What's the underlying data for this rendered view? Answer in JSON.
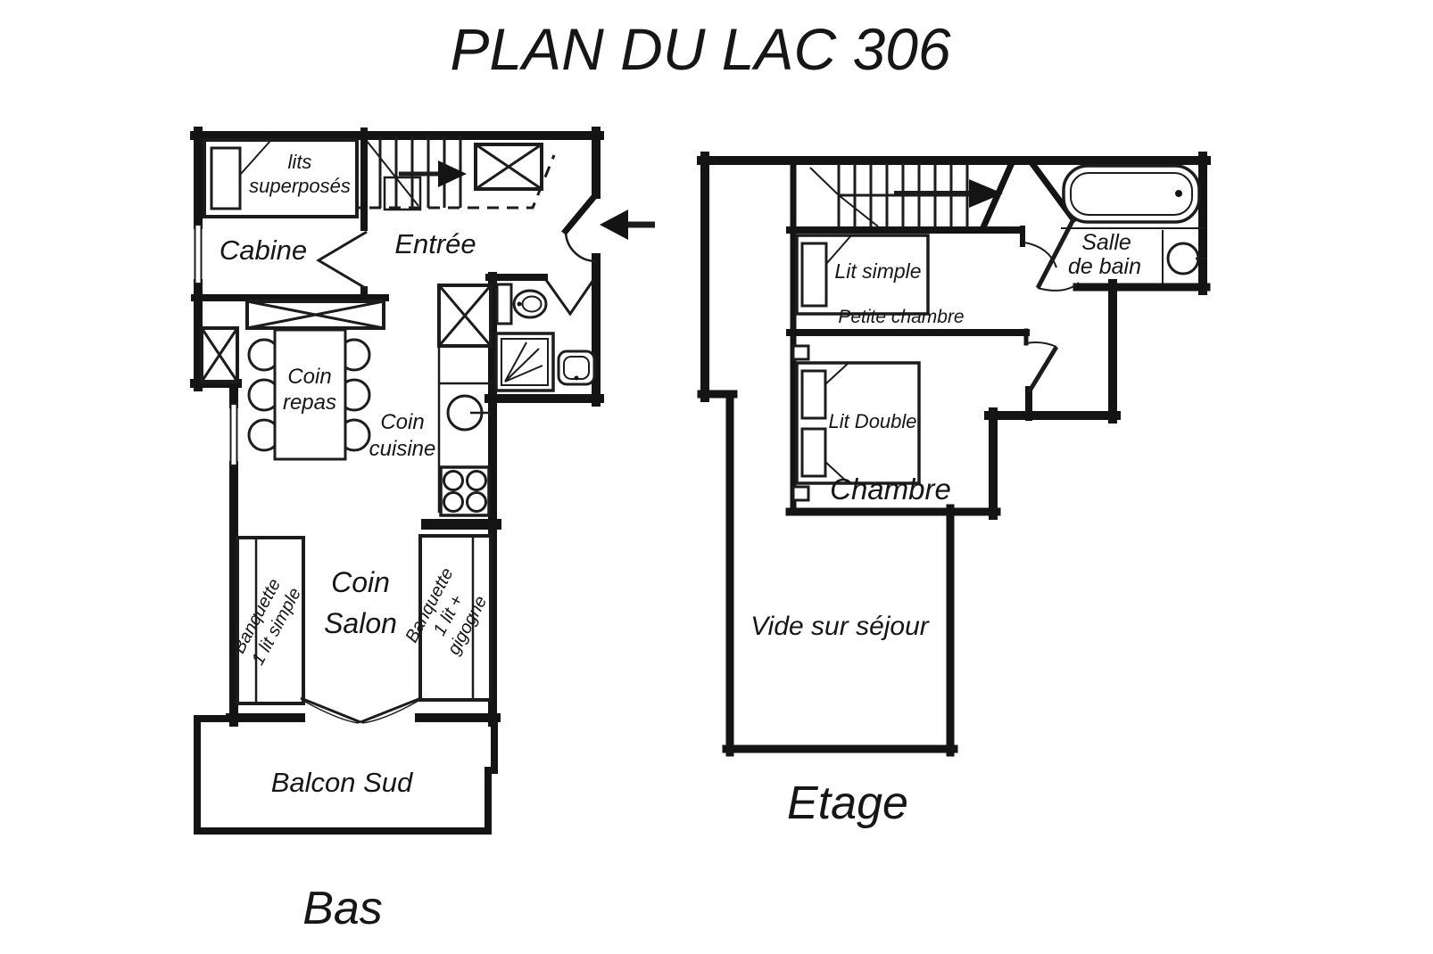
{
  "colors": {
    "ink": "#141414",
    "paper": "#ffffff"
  },
  "title": "PLAN DU LAC 306",
  "lower_floor": {
    "name": "Bas",
    "cabin": "Cabine",
    "entry": "Entrée",
    "bunk_beds": [
      "lits",
      "superposés"
    ],
    "dining_corner": [
      "Coin",
      "repas"
    ],
    "kitchen_corner": [
      "Coin",
      "cuisine"
    ],
    "lounge_corner": [
      "Coin",
      "Salon"
    ],
    "bench_left": [
      "Banquette",
      "1 lit simple"
    ],
    "bench_right": [
      "Banquette",
      "1 lit +",
      "gigogne"
    ],
    "balcony": "Balcon Sud"
  },
  "upper_floor": {
    "name": "Etage",
    "single_bed": "Lit simple",
    "small_bedroom": "Petite chambre",
    "bathroom": [
      "Salle",
      "de bain"
    ],
    "double_bed": "Lit Double",
    "bedroom": "Chambre",
    "void_over_living": "Vide sur séjour"
  }
}
